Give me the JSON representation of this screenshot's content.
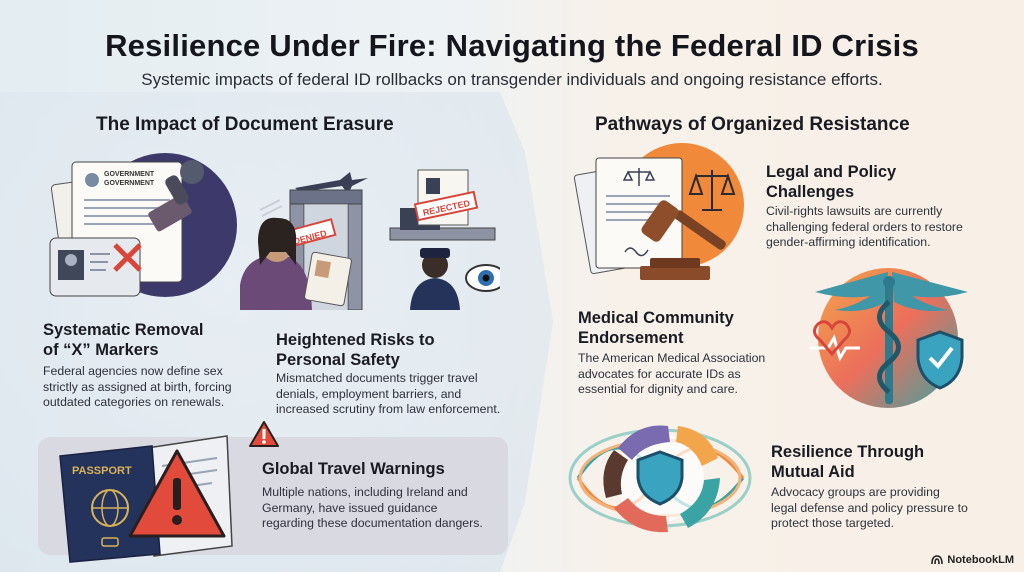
{
  "header": {
    "title": "Resilience Under Fire: Navigating the Federal ID Crisis",
    "subtitle": "Systemic impacts of federal ID rollbacks on transgender individuals and ongoing resistance efforts."
  },
  "left": {
    "title": "The Impact of Document Erasure",
    "items": [
      {
        "title_line1": "Systematic Removal",
        "title_line2": "of “X” Markers",
        "text_line1": "Federal agencies now define sex",
        "text_line2": "strictly as assigned at birth, forcing",
        "text_line3": "outdated categories on renewals."
      },
      {
        "title_line1": "Heightened Risks to",
        "title_line2": "Personal Safety",
        "text_line1": "Mismatched documents trigger travel",
        "text_line2": "denials, employment barriers, and",
        "text_line3": "increased scrutiny from law enforcement."
      },
      {
        "title_line1": "Global Travel Warnings",
        "text_line1": "Multiple nations, including Ireland and",
        "text_line2": "Germany, have issued guidance",
        "text_line3": "regarding these documentation dangers."
      }
    ],
    "illustration_labels": {
      "doc_header1": "GOVERNMENT",
      "doc_header2": "GOVERNMENT",
      "denied": "DENIED",
      "rejected": "REJECTED",
      "passport": "PASSPORT"
    }
  },
  "right": {
    "title": "Pathways of Organized Resistance",
    "items": [
      {
        "title_line1": "Legal and Policy",
        "title_line2": "Challenges",
        "text_line1": "Civil-rights lawsuits are currently",
        "text_line2": "challenging federal orders to restore",
        "text_line3": "gender-affirming identification."
      },
      {
        "title_line1": "Medical Community",
        "title_line2": "Endorsement",
        "text_line1": "The American Medical Association",
        "text_line2": "advocates for accurate IDs as",
        "text_line3": "essential for dignity and care."
      },
      {
        "title_line1": "Resilience Through",
        "title_line2": "Mutual Aid",
        "text_line1": "Advocacy groups are providing",
        "text_line2": "legal defense and policy pressure to",
        "text_line3": "protect those targeted."
      }
    ]
  },
  "footer": {
    "brand": "NotebookLM"
  },
  "colors": {
    "accent_red": "#d8453b",
    "accent_orange": "#f08a3a",
    "accent_teal": "#3aa3a3",
    "navy": "#25325a"
  }
}
